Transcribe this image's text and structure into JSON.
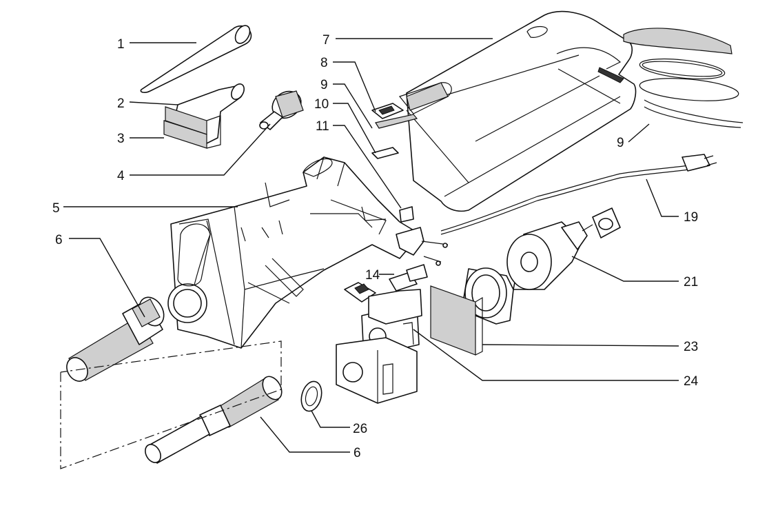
{
  "callouts": [
    {
      "id": "c1",
      "label": "1"
    },
    {
      "id": "c2",
      "label": "2"
    },
    {
      "id": "c3",
      "label": "3"
    },
    {
      "id": "c4",
      "label": "4"
    },
    {
      "id": "c5",
      "label": "5"
    },
    {
      "id": "c6a",
      "label": "6"
    },
    {
      "id": "c6b",
      "label": "6"
    },
    {
      "id": "c7",
      "label": "7"
    },
    {
      "id": "c8",
      "label": "8"
    },
    {
      "id": "c9a",
      "label": "9"
    },
    {
      "id": "c9b",
      "label": "9"
    },
    {
      "id": "c10",
      "label": "10"
    },
    {
      "id": "c11",
      "label": "11"
    },
    {
      "id": "c14",
      "label": "14"
    },
    {
      "id": "c19",
      "label": "19"
    },
    {
      "id": "c21",
      "label": "21"
    },
    {
      "id": "c23",
      "label": "23"
    },
    {
      "id": "c24",
      "label": "24"
    },
    {
      "id": "c26",
      "label": "26"
    }
  ]
}
